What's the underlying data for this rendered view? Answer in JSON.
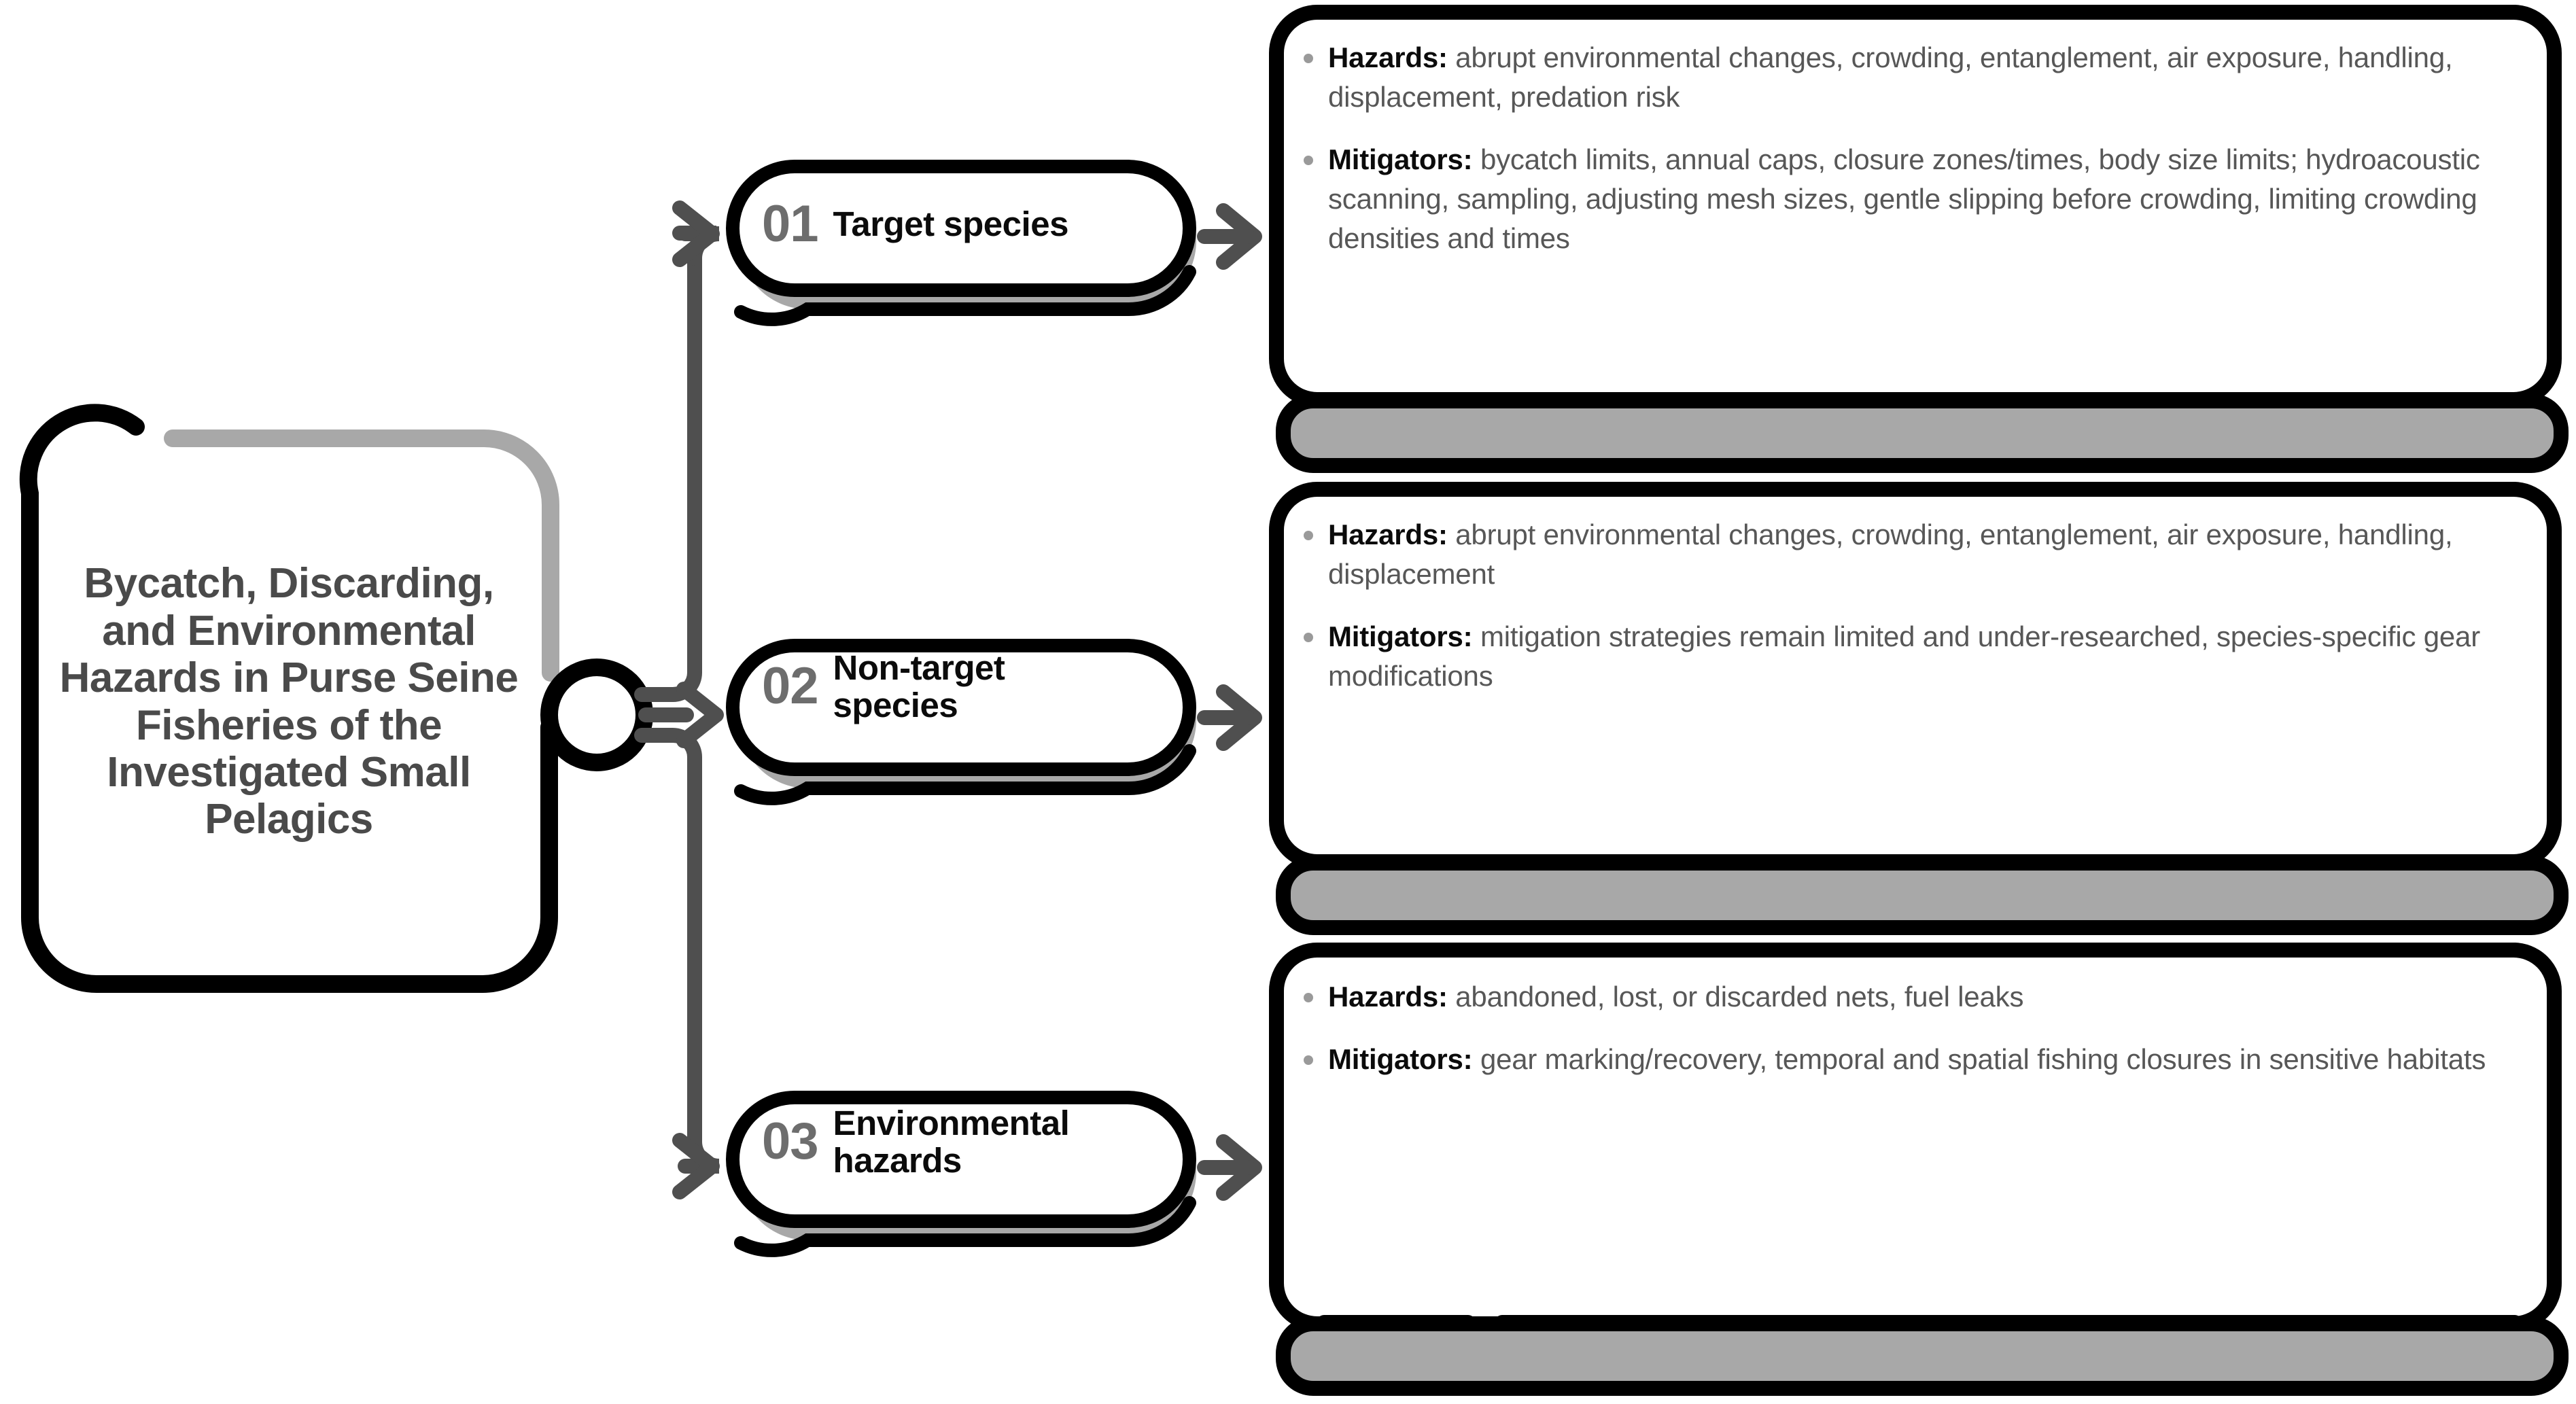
{
  "diagram": {
    "type": "branching-mindmap",
    "title": "Bycatch, Discarding, and Environmental Hazards in Purse Seine Fisheries of the Investigated Small Pelagics",
    "colors": {
      "outline": "#000000",
      "accent_gray": "#a8a8a8",
      "number_gray": "#6d6d6d",
      "body_text": "#575757",
      "label_text": "#0b0b0b",
      "title_text": "#4a4a4a",
      "connector": "#4f4f4f",
      "bullet": "#9a9a9a",
      "background": "#ffffff"
    }
  },
  "root": {
    "title": "Bycatch, Discarding, and Environmental Hazards in Purse Seine Fisheries of the Investigated Small Pelagics"
  },
  "branches": [
    {
      "number": "01",
      "label": "Target species",
      "bullets": [
        {
          "label": "Hazards:",
          "text": " abrupt environmental changes, crowding, entanglement, air exposure, handling,  displacement, predation risk"
        },
        {
          "label": "Mitigators:",
          "text": " bycatch limits, annual caps, closure zones/times, body size limits; hydroacoustic scanning, sampling, adjusting mesh sizes, gentle slipping before crowding, limiting crowding densities and times"
        }
      ]
    },
    {
      "number": "02",
      "label": "Non-target species",
      "bullets": [
        {
          "label": "Hazards:",
          "text": " abrupt environmental changes, crowding, entanglement, air exposure, handling, displacement"
        },
        {
          "label": "Mitigators:",
          "text": " mitigation strategies remain limited and under-researched, species-specific gear modifications"
        }
      ]
    },
    {
      "number": "03",
      "label": "Environmental hazards",
      "bullets": [
        {
          "label": "Hazards:",
          "text": " abandoned, lost, or discarded nets, fuel leaks"
        },
        {
          "label": "Mitigators:",
          "text": " gear marking/recovery, temporal and spatial fishing closures in sensitive habitats"
        }
      ]
    }
  ]
}
